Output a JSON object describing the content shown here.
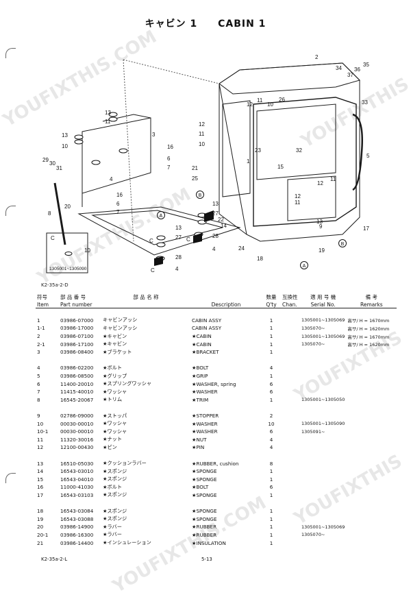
{
  "title": {
    "ja": "キャビン 1",
    "en": "CABIN 1"
  },
  "diagram": {
    "code": "K2-35a-2-D",
    "inset_label": "C",
    "inset_part": "10",
    "inset_serial": "1305001~1305090",
    "callouts": [
      "1",
      "2",
      "3",
      "4",
      "5",
      "6",
      "7",
      "8",
      "9",
      "10",
      "11",
      "12",
      "13",
      "14",
      "15",
      "16",
      "17",
      "18",
      "19",
      "20",
      "21",
      "22",
      "23",
      "24",
      "25",
      "26",
      "27",
      "28",
      "29",
      "30",
      "31",
      "32",
      "33",
      "34",
      "35",
      "36",
      "37"
    ],
    "refs": {
      "a": "A",
      "b": "B",
      "c": "C"
    }
  },
  "table": {
    "headers": {
      "item_ja": "符号",
      "item_en": "Item",
      "pn_ja": "部 品 番 号",
      "pn_en": "Part number",
      "name_ja": "部 品 名 称",
      "desc_en": "Description",
      "qty_ja": "数量",
      "qty_en": "Q'ty",
      "chan_ja": "互換性",
      "chan_en": "Chan.",
      "ser_ja": "適 用 号 機",
      "ser_en": "Serial No.",
      "rem_ja": "備 考",
      "rem_en": "Remarks"
    },
    "groups": [
      [
        {
          "item": "1",
          "pn": "03986-07000",
          "ja": "キャビンアッシ",
          "desc": "CABIN ASSY",
          "qty": "1",
          "serial": "1305001~1305069",
          "remarks": "高サ/ H = 1670mm"
        },
        {
          "item": "1-1",
          "pn": "03986-17000",
          "ja": "キャビンアッシ",
          "desc": "CABIN ASSY",
          "qty": "1",
          "serial": "1305070~",
          "remarks": "高サ/ H = 1620mm"
        },
        {
          "item": "2",
          "pn": "03986-07100",
          "ja": "★キャビン",
          "desc": "★CABIN",
          "qty": "1",
          "serial": "1305001~1305069",
          "remarks": "高サ/ H = 1670mm"
        },
        {
          "item": "2-1",
          "pn": "03986-17100",
          "ja": "★キャビン",
          "desc": "★CABIN",
          "qty": "1",
          "serial": "1305070~",
          "remarks": "高サ/ H = 1620mm"
        },
        {
          "item": "3",
          "pn": "03986-08400",
          "ja": "★ブラケット",
          "desc": "★BRACKET",
          "qty": "1",
          "serial": "",
          "remarks": ""
        }
      ],
      [
        {
          "item": "4",
          "pn": "03986-02200",
          "ja": "★ボルト",
          "desc": "★BOLT",
          "qty": "4",
          "serial": "",
          "remarks": ""
        },
        {
          "item": "5",
          "pn": "03986-08500",
          "ja": "★グリップ",
          "desc": "★GRIP",
          "qty": "1",
          "serial": "",
          "remarks": ""
        },
        {
          "item": "6",
          "pn": "11400-20010",
          "ja": "★スプリングワッシャ",
          "desc": "★WASHER, spring",
          "qty": "6",
          "serial": "",
          "remarks": ""
        },
        {
          "item": "7",
          "pn": "11415-40010",
          "ja": "★ワッシャ",
          "desc": "★WASHER",
          "qty": "6",
          "serial": "",
          "remarks": ""
        },
        {
          "item": "8",
          "pn": "16545-20067",
          "ja": "★トリム",
          "desc": "★TRIM",
          "qty": "1",
          "serial": "1305001~1305050",
          "remarks": ""
        }
      ],
      [
        {
          "item": "9",
          "pn": "02786-09000",
          "ja": "★ストッパ",
          "desc": "★STOPPER",
          "qty": "2",
          "serial": "",
          "remarks": ""
        },
        {
          "item": "10",
          "pn": "00030-00010",
          "ja": "★ワッシャ",
          "desc": "★WASHER",
          "qty": "10",
          "serial": "1305001~1305090",
          "remarks": ""
        },
        {
          "item": "10-1",
          "pn": "00030-00010",
          "ja": "★ワッシャ",
          "desc": "★WASHER",
          "qty": "6",
          "serial": "1305091~",
          "remarks": ""
        },
        {
          "item": "11",
          "pn": "11320-30016",
          "ja": "★ナット",
          "desc": "★NUT",
          "qty": "4",
          "serial": "",
          "remarks": ""
        },
        {
          "item": "12",
          "pn": "12100-00430",
          "ja": "★ピン",
          "desc": "★PIN",
          "qty": "4",
          "serial": "",
          "remarks": ""
        }
      ],
      [
        {
          "item": "13",
          "pn": "16510-05030",
          "ja": "★クッションラバー",
          "desc": "★RUBBER, cushion",
          "qty": "8",
          "serial": "",
          "remarks": ""
        },
        {
          "item": "14",
          "pn": "16543-03010",
          "ja": "★スポンジ",
          "desc": "★SPONGE",
          "qty": "1",
          "serial": "",
          "remarks": ""
        },
        {
          "item": "15",
          "pn": "16543-04010",
          "ja": "★スポンジ",
          "desc": "★SPONGE",
          "qty": "1",
          "serial": "",
          "remarks": ""
        },
        {
          "item": "16",
          "pn": "11000-41030",
          "ja": "★ボルト",
          "desc": "★BOLT",
          "qty": "6",
          "serial": "",
          "remarks": ""
        },
        {
          "item": "17",
          "pn": "16543-03103",
          "ja": "★スポンジ",
          "desc": "★SPONGE",
          "qty": "1",
          "serial": "",
          "remarks": ""
        }
      ],
      [
        {
          "item": "18",
          "pn": "16543-03084",
          "ja": "★スポンジ",
          "desc": "★SPONGE",
          "qty": "1",
          "serial": "",
          "remarks": ""
        },
        {
          "item": "19",
          "pn": "16543-03088",
          "ja": "★スポンジ",
          "desc": "★SPONGE",
          "qty": "1",
          "serial": "",
          "remarks": ""
        },
        {
          "item": "20",
          "pn": "03986-14900",
          "ja": "★ラバー",
          "desc": "★RUBBER",
          "qty": "1",
          "serial": "1305001~1305069",
          "remarks": ""
        },
        {
          "item": "20-1",
          "pn": "03986-16300",
          "ja": "★ラバー",
          "desc": "★RUBBER",
          "qty": "1",
          "serial": "1305070~",
          "remarks": ""
        },
        {
          "item": "21",
          "pn": "03986-14400",
          "ja": "★インシュレーション",
          "desc": "★INSULATION",
          "qty": "1",
          "serial": "",
          "remarks": ""
        }
      ]
    ]
  },
  "footer": {
    "code": "K2-35a-2-L",
    "page": "5-13"
  },
  "watermark": [
    "YOUFIXTHIS.COM",
    "YOUFIXTHIS",
    "YOUFIXTHIS.COM",
    "YOUFIXTHIS",
    "YOUFIXTHIS.COM",
    "YOUFIXTHIS"
  ]
}
